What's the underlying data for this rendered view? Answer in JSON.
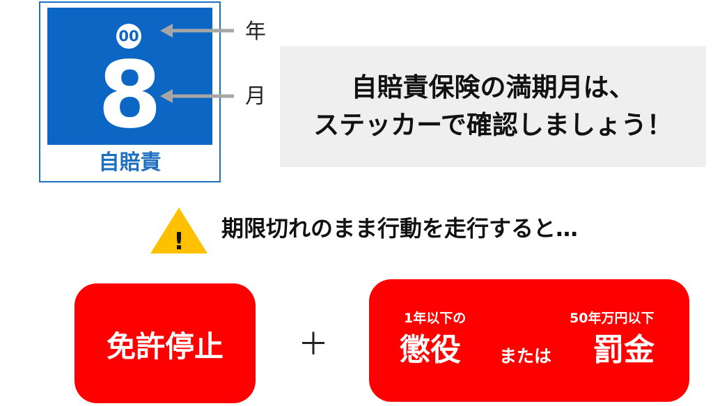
{
  "sticker": {
    "year": "00",
    "month": "8",
    "label": "自賠責"
  },
  "arrows": {
    "year_label": "年",
    "month_label": "月"
  },
  "message": {
    "line1": "自賠責保険の満期月は、",
    "line2": "ステッカーで確認しましょう！"
  },
  "warning": {
    "icon_symbol": "!",
    "text": "期限切れのまま行動を走行すると…",
    "icon_color": "#ffc000"
  },
  "penalties": {
    "left": "免許停止",
    "plus": "＋",
    "prison_caption": "1年以下の",
    "prison": "懲役",
    "or": "または",
    "fine_caption": "50年万円以下",
    "fine": "罰金"
  },
  "colors": {
    "sticker_blue": "#0b66c4",
    "penalty_red": "#ff0000",
    "message_bg": "#efefef"
  }
}
